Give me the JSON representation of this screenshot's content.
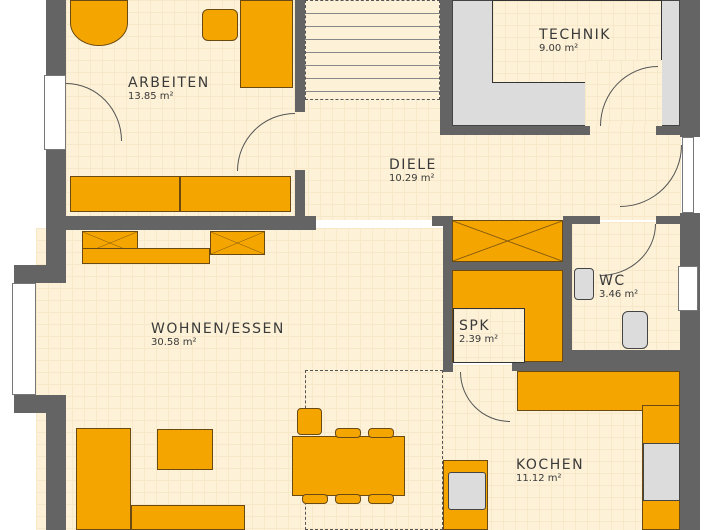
{
  "rooms": [
    {
      "name": "ARBEITEN",
      "area": "13.85 m²"
    },
    {
      "name": "TECHNIK",
      "area": "9.00 m²"
    },
    {
      "name": "DIELE",
      "area": "10.29 m²"
    },
    {
      "name": "WC",
      "area": "3.46 m²"
    },
    {
      "name": "SPK",
      "area": "2.39 m²"
    },
    {
      "name": "WOHNEN/ESSEN",
      "area": "30.58 m²"
    },
    {
      "name": "KOCHEN",
      "area": "11.12 m²"
    }
  ],
  "colors": {
    "wall": "#646464",
    "floor": "#fdf2d8",
    "furniture": "#f5a500",
    "technik": "#dcdcdc"
  }
}
